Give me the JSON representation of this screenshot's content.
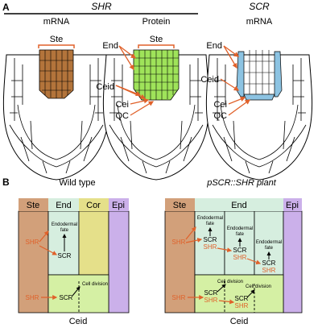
{
  "panel_a": {
    "label": "A",
    "gene_shr": "SHR",
    "gene_scr": "SCR",
    "root1": {
      "header": "mRNA",
      "label_ste": "Ste"
    },
    "root2": {
      "header": "Protein",
      "label_ste": "Ste",
      "labels": [
        "End",
        "Ceid",
        "Cei",
        "QC"
      ]
    },
    "root3": {
      "header": "mRNA",
      "labels": [
        "End",
        "Ceid",
        "Cei",
        "QC"
      ]
    }
  },
  "panel_b": {
    "label": "B",
    "wild_type": {
      "title": "Wild type",
      "cols": [
        "Ste",
        "End",
        "Cor",
        "Epi"
      ],
      "fate": [
        "Endodermal",
        "fate"
      ],
      "shr": "SHR",
      "scr": "SCR",
      "cell_division": "Cell division",
      "ceid": "Ceid"
    },
    "pscr": {
      "title": "pSCR::SHR plant",
      "cols": [
        "Ste",
        "End",
        "Epi"
      ],
      "fate": [
        "Endodermal",
        "fate"
      ],
      "shr": "SHR",
      "scr": "SCR",
      "cell_division": "Cell division",
      "ceid": "Ceid"
    }
  },
  "colors": {
    "ste": "#d2a07a",
    "ste_fill": "#b3743b",
    "end": "#d6eedf",
    "cor": "#e5e08a",
    "epi": "#cbb0ea",
    "ceid": "#d5f0a4",
    "protein": "#9fe35a",
    "scr_mrna": "#8cc3e2",
    "accent": "#e0612a"
  }
}
